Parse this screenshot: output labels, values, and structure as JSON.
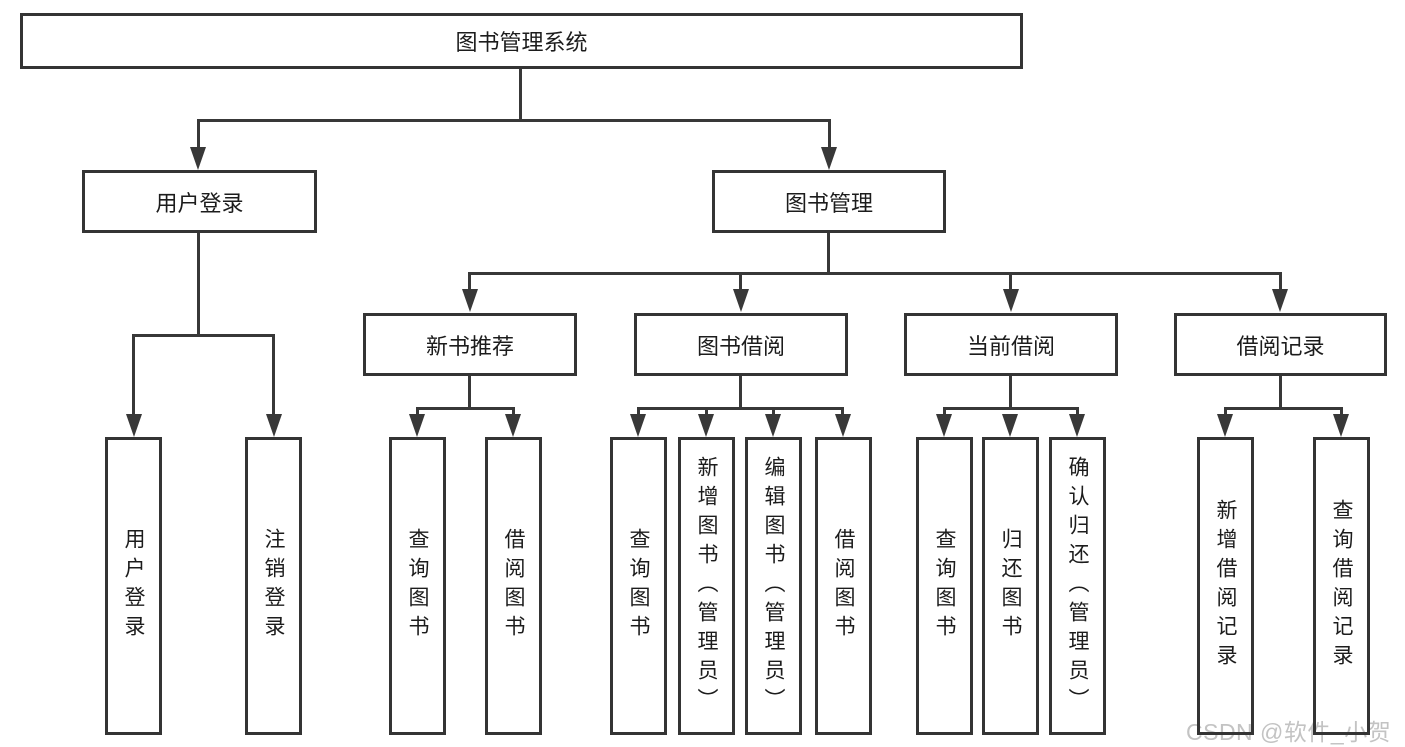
{
  "tree": {
    "label": "图书管理系统",
    "children": [
      {
        "label": "用户登录",
        "children": [
          {
            "label": "用户登录"
          },
          {
            "label": "注销登录"
          }
        ]
      },
      {
        "label": "图书管理",
        "children": [
          {
            "label": "新书推荐",
            "children": [
              {
                "label": "查询图书"
              },
              {
                "label": "借阅图书"
              }
            ]
          },
          {
            "label": "图书借阅",
            "children": [
              {
                "label": "查询图书"
              },
              {
                "label": "新增图书（管理员）"
              },
              {
                "label": "编辑图书（管理员）"
              },
              {
                "label": "借阅图书"
              }
            ]
          },
          {
            "label": "当前借阅",
            "children": [
              {
                "label": "查询图书"
              },
              {
                "label": "归还图书"
              },
              {
                "label": "确认归还（管理员）"
              }
            ]
          },
          {
            "label": "借阅记录",
            "children": [
              {
                "label": "新增借阅记录"
              },
              {
                "label": "查询借阅记录"
              }
            ]
          }
        ]
      }
    ]
  },
  "watermark": {
    "text": "CSDN @软件_小贺同学",
    "color": "#c3c3c3"
  },
  "colors": {
    "line": "#383838",
    "border": "#343434",
    "text": "#1c1c1c",
    "background": "#ffffff"
  }
}
